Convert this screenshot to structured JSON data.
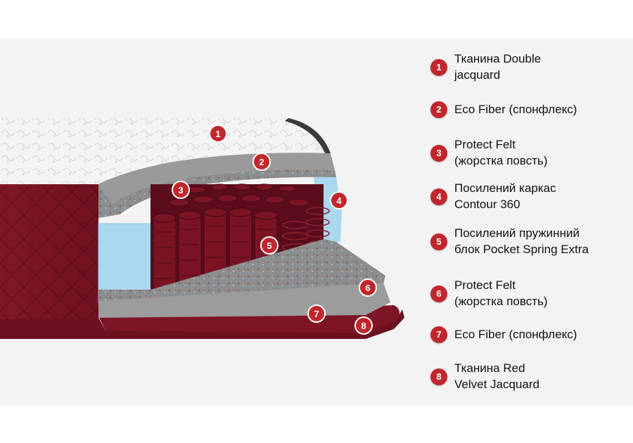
{
  "colors": {
    "marker": "#c0272d",
    "velvet": "#7a1424",
    "springs": "#6e1022",
    "frame_foam": "#a9d8ef",
    "felt": "#8e8e8e",
    "top_fabric": "#f2f2f2"
  },
  "markers": [
    {
      "number": "1"
    },
    {
      "number": "2"
    },
    {
      "number": "3"
    },
    {
      "number": "4"
    },
    {
      "number": "5"
    },
    {
      "number": "6"
    },
    {
      "number": "7"
    },
    {
      "number": "8"
    }
  ],
  "legend": [
    {
      "number": "1",
      "lines": [
        "Тканина Double",
        "jacquard"
      ]
    },
    {
      "number": "2",
      "lines": [
        "Eco Fiber (спонфлекс)"
      ]
    },
    {
      "number": "3",
      "lines": [
        "Protect Felt",
        "(жорстка повсть)"
      ]
    },
    {
      "number": "4",
      "lines": [
        "Посилений каркас",
        "Contour 360"
      ]
    },
    {
      "number": "5",
      "lines": [
        "Посилений пружинний",
        "блок Pocket Spring Extra"
      ]
    },
    {
      "number": "6",
      "lines": [
        "Protect Felt",
        "(жорстка повсть)"
      ]
    },
    {
      "number": "7",
      "lines": [
        "Eco Fiber (спонфлекс)"
      ]
    },
    {
      "number": "8",
      "lines": [
        "Тканина Red",
        "Velvet Jacquard"
      ]
    }
  ]
}
